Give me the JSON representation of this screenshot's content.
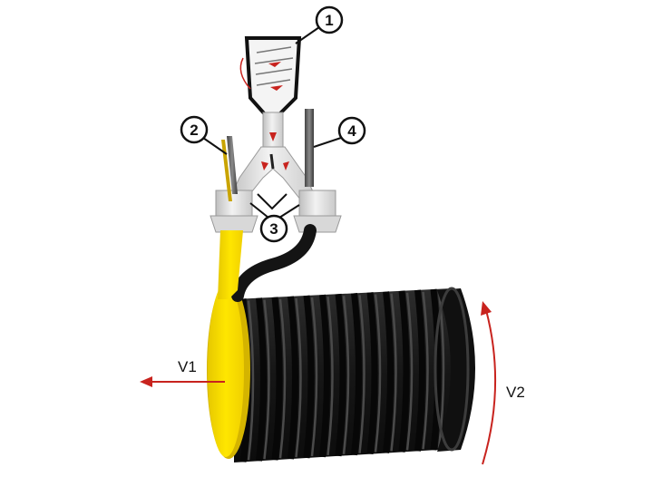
{
  "callouts": [
    "1",
    "2",
    "3",
    "4"
  ],
  "velocity_labels": {
    "v1": "V1",
    "v2": "V2"
  },
  "colors": {
    "pipe": "#1b1b1b",
    "rib_highlight": "#4a4a4a",
    "yellow_stream": "#ffe000",
    "black_stream": "#141414",
    "extruder_body": "#e4e4e4",
    "arrow": "#c8231e",
    "callout_border": "#111111"
  },
  "icons": [
    "extruder-head",
    "feed-screw",
    "heating-rod",
    "corrugated-pipe",
    "velocity-arrow"
  ]
}
